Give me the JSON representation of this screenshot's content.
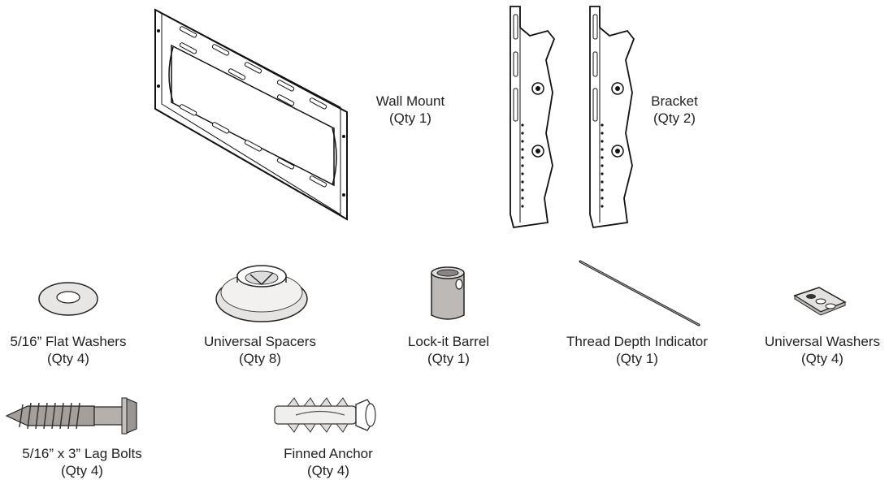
{
  "parts": [
    {
      "id": "wall-mount",
      "name": "Wall Mount",
      "qty": "(Qty 1)"
    },
    {
      "id": "bracket",
      "name": "Bracket",
      "qty": "(Qty 2)"
    },
    {
      "id": "flat-washers",
      "name": "5/16” Flat Washers",
      "qty": "(Qty 4)"
    },
    {
      "id": "universal-spacers",
      "name": "Universal Spacers",
      "qty": "(Qty 8)"
    },
    {
      "id": "lock-it-barrel",
      "name": "Lock-it Barrel",
      "qty": "(Qty 1)"
    },
    {
      "id": "thread-depth-indicator",
      "name": "Thread Depth Indicator",
      "qty": "(Qty 1)"
    },
    {
      "id": "universal-washers",
      "name": "Universal Washers",
      "qty": "(Qty 4)"
    },
    {
      "id": "lag-bolts",
      "name": "5/16” x 3” Lag Bolts",
      "qty": "(Qty 4)"
    },
    {
      "id": "finned-anchor",
      "name": "Finned Anchor",
      "qty": "(Qty 4)"
    }
  ]
}
